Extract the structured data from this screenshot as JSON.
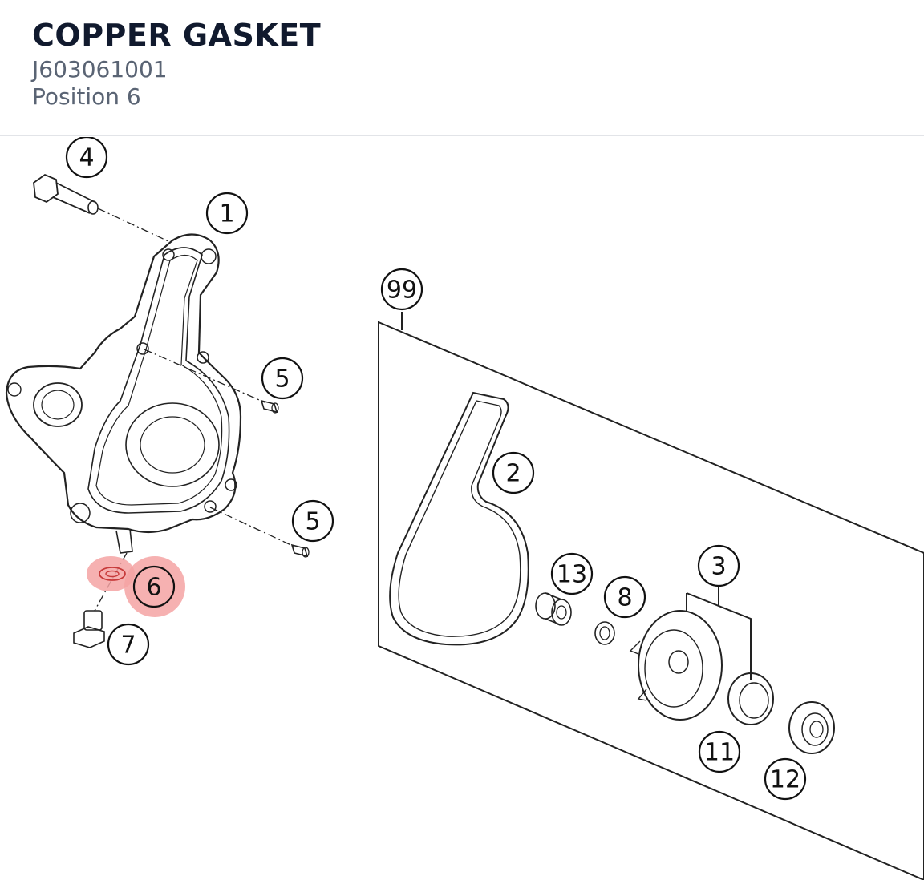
{
  "header": {
    "title": "COPPER GASKET",
    "part_number": "J603061001",
    "position": "Position 6"
  },
  "diagram": {
    "highlight_color": "#f08080",
    "callouts": [
      {
        "label": "4"
      },
      {
        "label": "1"
      },
      {
        "label": "99"
      },
      {
        "label": "5"
      },
      {
        "label": "5"
      },
      {
        "label": "2"
      },
      {
        "label": "6",
        "highlighted": true
      },
      {
        "label": "7"
      },
      {
        "label": "13"
      },
      {
        "label": "8"
      },
      {
        "label": "3"
      },
      {
        "label": "11"
      },
      {
        "label": "12"
      }
    ]
  }
}
